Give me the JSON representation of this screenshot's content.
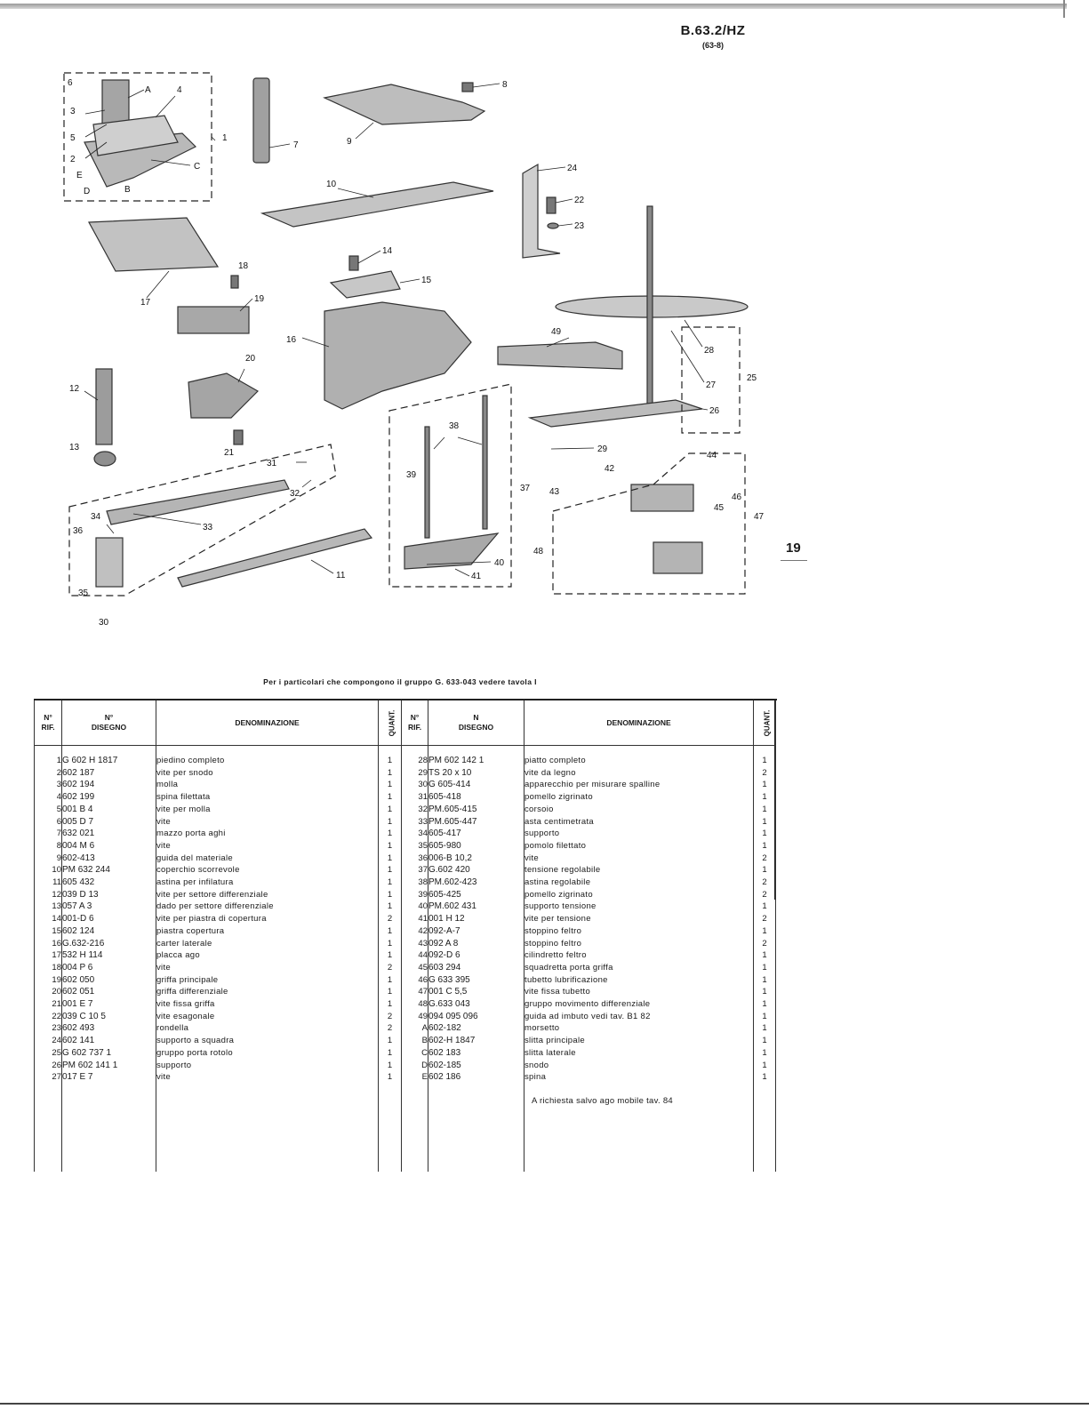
{
  "header": {
    "code": "B.63.2/HZ",
    "sub": "(63-8)"
  },
  "page_number": "19",
  "drawing": {
    "labels": [
      "6",
      "A",
      "4",
      "3",
      "5",
      "1",
      "2",
      "E",
      "C",
      "D",
      "B",
      "7",
      "8",
      "9",
      "10",
      "24",
      "22",
      "23",
      "14",
      "15",
      "18",
      "17",
      "19",
      "16",
      "49",
      "28",
      "27",
      "25",
      "26",
      "20",
      "12",
      "13",
      "21",
      "38",
      "39",
      "37",
      "29",
      "42",
      "44",
      "43",
      "46",
      "45",
      "47",
      "31",
      "32",
      "34",
      "33",
      "36",
      "48",
      "40",
      "41",
      "35",
      "11",
      "30"
    ]
  },
  "note": "Per i particolari che compongono il gruppo G. 633-043 vedere tavola I",
  "table": {
    "headers": {
      "rif": [
        "N°",
        "RIF."
      ],
      "disegno": [
        "N°",
        "DISEGNO"
      ],
      "denominazione": "DENOMINAZIONE",
      "quant": "QUANT.",
      "rif2": [
        "N°",
        "RIF."
      ],
      "disegno2": [
        "N",
        "DISEGNO"
      ],
      "denominazione2": "DENOMINAZIONE",
      "quant2": "QUANT."
    },
    "left": [
      {
        "rif": "1",
        "disegno": "G 602 H 1817",
        "denom": "piedino completo",
        "q": "1"
      },
      {
        "rif": "2",
        "disegno": "602 187",
        "denom": "vite per snodo",
        "q": "1"
      },
      {
        "rif": "3",
        "disegno": "602 194",
        "denom": "molla",
        "q": "1"
      },
      {
        "rif": "4",
        "disegno": "602 199",
        "denom": "spina filettata",
        "q": "1"
      },
      {
        "rif": "5",
        "disegno": "001 B 4",
        "denom": "vite per molla",
        "q": "1"
      },
      {
        "rif": "6",
        "disegno": "005 D 7",
        "denom": "vite",
        "q": "1"
      },
      {
        "rif": "7",
        "disegno": "632 021",
        "denom": "mazzo porta aghi",
        "q": "1"
      },
      {
        "rif": "8",
        "disegno": "004 M 6",
        "denom": "vite",
        "q": "1"
      },
      {
        "rif": "9",
        "disegno": "602-413",
        "denom": "guida del materiale",
        "q": "1"
      },
      {
        "rif": "10",
        "disegno": "PM 632 244",
        "denom": "coperchio scorrevole",
        "q": "1"
      },
      {
        "rif": "11",
        "disegno": "605 432",
        "denom": "astina per infilatura",
        "q": "1"
      },
      {
        "rif": "12",
        "disegno": "039 D 13",
        "denom": "vite per settore differenziale",
        "q": "1"
      },
      {
        "rif": "13",
        "disegno": "057 A 3",
        "denom": "dado per settore differenziale",
        "q": "1"
      },
      {
        "rif": "14",
        "disegno": "001-D 6",
        "denom": "vite per piastra di copertura",
        "q": "2"
      },
      {
        "rif": "15",
        "disegno": "602 124",
        "denom": "piastra copertura",
        "q": "1"
      },
      {
        "rif": "16",
        "disegno": "G.632-216",
        "denom": "carter laterale",
        "q": "1"
      },
      {
        "rif": "17",
        "disegno": "532 H 114",
        "denom": "placca ago",
        "q": "1"
      },
      {
        "rif": "18",
        "disegno": "004 P 6",
        "denom": "vite",
        "q": "2"
      },
      {
        "rif": "19",
        "disegno": "602 050",
        "denom": "griffa principale",
        "q": "1"
      },
      {
        "rif": "20",
        "disegno": "602 051",
        "denom": "griffa differenziale",
        "q": "1"
      },
      {
        "rif": "21",
        "disegno": "001 E 7",
        "denom": "vite fissa griffa",
        "q": "1"
      },
      {
        "rif": "22",
        "disegno": "039 C 10 5",
        "denom": "vite esagonale",
        "q": "2"
      },
      {
        "rif": "23",
        "disegno": "602 493",
        "denom": "rondella",
        "q": "2"
      },
      {
        "rif": "24",
        "disegno": "602 141",
        "denom": "supporto a squadra",
        "q": "1"
      },
      {
        "rif": "25",
        "disegno": "G 602 737 1",
        "denom": "gruppo porta rotolo",
        "q": "1"
      },
      {
        "rif": "26",
        "disegno": "PM 602 141 1",
        "denom": "supporto",
        "q": "1"
      },
      {
        "rif": "27",
        "disegno": "017 E 7",
        "denom": "vite",
        "q": "1"
      }
    ],
    "right": [
      {
        "rif": "28",
        "disegno": "PM 602 142 1",
        "denom": "piatto completo",
        "q": "1"
      },
      {
        "rif": "29",
        "disegno": "TS 20 x 10",
        "denom": "vite da legno",
        "q": "2"
      },
      {
        "rif": "30",
        "disegno": "G 605-414",
        "denom": "apparecchio per misurare spalline",
        "q": "1"
      },
      {
        "rif": "31",
        "disegno": "605-418",
        "denom": "pomello zigrinato",
        "q": "1"
      },
      {
        "rif": "32",
        "disegno": "PM.605-415",
        "denom": "corsoio",
        "q": "1"
      },
      {
        "rif": "33",
        "disegno": "PM.605-447",
        "denom": "asta centimetrata",
        "q": "1"
      },
      {
        "rif": "34",
        "disegno": "605-417",
        "denom": "supporto",
        "q": "1"
      },
      {
        "rif": "35",
        "disegno": "605-980",
        "denom": "pomolo filettato",
        "q": "1"
      },
      {
        "rif": "36",
        "disegno": "006-B 10,2",
        "denom": "vite",
        "q": "2"
      },
      {
        "rif": "37",
        "disegno": "G.602 420",
        "denom": "tensione regolabile",
        "q": "1"
      },
      {
        "rif": "38",
        "disegno": "PM.602-423",
        "denom": "astina regolabile",
        "q": "2"
      },
      {
        "rif": "39",
        "disegno": "605-425",
        "denom": "pomello zigrinato",
        "q": "2"
      },
      {
        "rif": "40",
        "disegno": "PM.602 431",
        "denom": "supporto tensione",
        "q": "1"
      },
      {
        "rif": "41",
        "disegno": "001 H 12",
        "denom": "vite per tensione",
        "q": "2"
      },
      {
        "rif": "42",
        "disegno": "092-A-7",
        "denom": "stoppino feltro",
        "q": "1"
      },
      {
        "rif": "43",
        "disegno": "092 A 8",
        "denom": "stoppino feltro",
        "q": "2"
      },
      {
        "rif": "44",
        "disegno": "092-D 6",
        "denom": "cilindretto feltro",
        "q": "1"
      },
      {
        "rif": "45",
        "disegno": "603 294",
        "denom": "squadretta porta griffa",
        "q": "1"
      },
      {
        "rif": "46",
        "disegno": "G 633 395",
        "denom": "tubetto lubrificazione",
        "q": "1"
      },
      {
        "rif": "47",
        "disegno": "001 C 5,5",
        "denom": "vite fissa tubetto",
        "q": "1"
      },
      {
        "rif": "48",
        "disegno": "G.633 043",
        "denom": "gruppo movimento differenziale",
        "q": "1"
      },
      {
        "rif": "49",
        "disegno": "094 095 096",
        "denom": "guida ad imbuto vedi tav. B1 82",
        "q": "1"
      },
      {
        "rif": "A",
        "disegno": "602-182",
        "denom": "morsetto",
        "q": "1"
      },
      {
        "rif": "B",
        "disegno": "602-H 1847",
        "denom": "slitta principale",
        "q": "1"
      },
      {
        "rif": "C",
        "disegno": "602 183",
        "denom": "slitta laterale",
        "q": "1"
      },
      {
        "rif": "D",
        "disegno": "602-185",
        "denom": "snodo",
        "q": "1"
      },
      {
        "rif": "E",
        "disegno": "602 186",
        "denom": "spina",
        "q": "1"
      }
    ],
    "right_note": "A richiesta salvo ago mobile tav. 84"
  }
}
